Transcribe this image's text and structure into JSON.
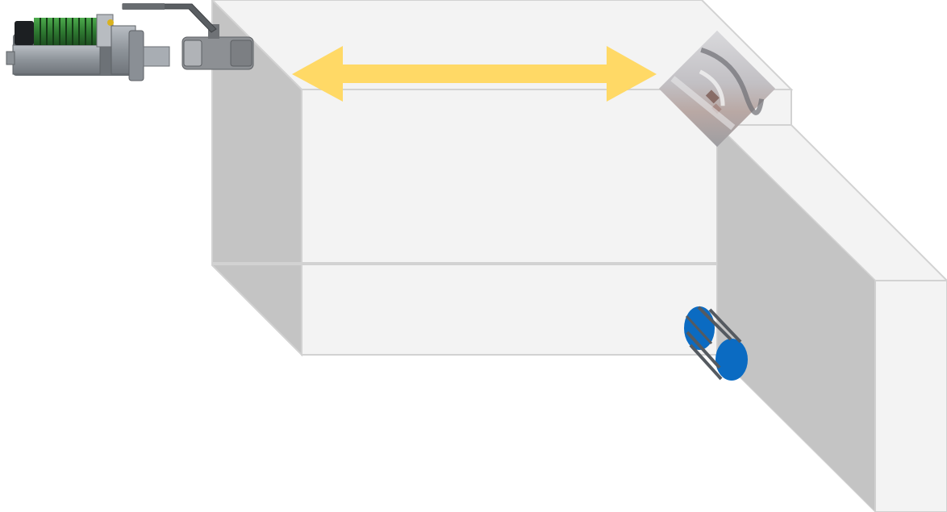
{
  "colors": {
    "background": "#ffffff",
    "face_light": "#f3f3f3",
    "face_shadow": "#c4c4c4",
    "edge": "#d2d2d2",
    "arrow": "#ffd966",
    "cage_blue": "#0b6bc2",
    "cage_bar": "#555a60",
    "device_green": "#2f7a32",
    "device_grey": "#9aa0a6",
    "valve_grey": "#8d9094"
  },
  "components": {
    "actuator_valve": "actuator-valve-assembly",
    "arrow": "double-headed-arrow",
    "photo": "corner-photo-inset",
    "cage": "blue-cage-sensor"
  }
}
